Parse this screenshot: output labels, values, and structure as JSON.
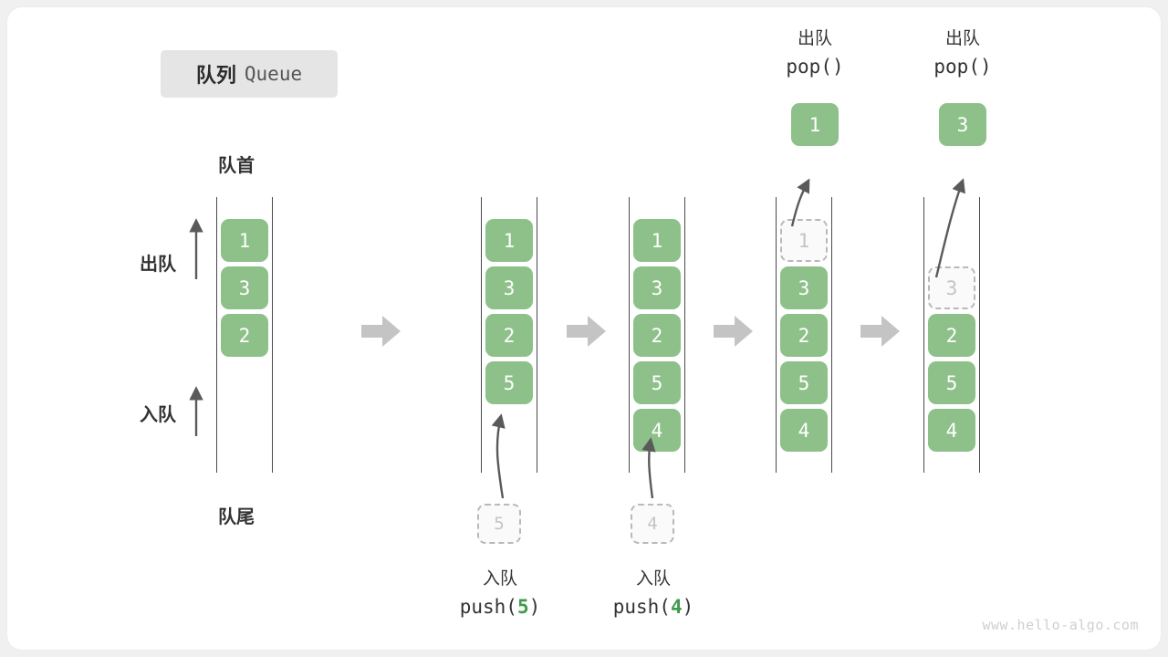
{
  "title": {
    "cn": "队列",
    "en": "Queue"
  },
  "colors": {
    "cell_fill": "#8ec08a",
    "cell_text": "#ffffff",
    "ghost_border": "#b9b9b9",
    "ghost_text": "#c4c4c4",
    "rail": "#4a4a4a",
    "arrow_gray": "#c4c4c4",
    "arrow_dark": "#5a5a5a",
    "accent_green": "#3f9a4d",
    "badge_bg": "#e5e5e5",
    "canvas_bg": "#ffffff"
  },
  "labels": {
    "head": "队首",
    "tail": "队尾",
    "dequeue": "出队",
    "enqueue": "入队"
  },
  "stages": [
    {
      "name": "initial",
      "cells": [
        {
          "value": "1",
          "state": "solid"
        },
        {
          "value": "3",
          "state": "solid"
        },
        {
          "value": "2",
          "state": "solid"
        }
      ]
    },
    {
      "name": "after-push-5",
      "cells": [
        {
          "value": "1",
          "state": "solid"
        },
        {
          "value": "3",
          "state": "solid"
        },
        {
          "value": "2",
          "state": "solid"
        },
        {
          "value": "5",
          "state": "solid"
        }
      ],
      "incoming": {
        "value": "5",
        "state": "ghost"
      },
      "caption": {
        "cn": "入队",
        "fn": "push(",
        "arg": "5",
        "close": ")"
      }
    },
    {
      "name": "after-push-4",
      "cells": [
        {
          "value": "1",
          "state": "solid"
        },
        {
          "value": "3",
          "state": "solid"
        },
        {
          "value": "2",
          "state": "solid"
        },
        {
          "value": "5",
          "state": "solid"
        },
        {
          "value": "4",
          "state": "solid"
        }
      ],
      "incoming": {
        "value": "4",
        "state": "ghost"
      },
      "caption": {
        "cn": "入队",
        "fn": "push(",
        "arg": "4",
        "close": ")"
      }
    },
    {
      "name": "after-pop-1",
      "cells": [
        {
          "value": "1",
          "state": "ghost"
        },
        {
          "value": "3",
          "state": "solid"
        },
        {
          "value": "2",
          "state": "solid"
        },
        {
          "value": "5",
          "state": "solid"
        },
        {
          "value": "4",
          "state": "solid"
        }
      ],
      "popped": {
        "value": "1"
      },
      "caption": {
        "cn": "出队",
        "fn": "pop()"
      }
    },
    {
      "name": "after-pop-3",
      "cells": [
        {
          "value": "3",
          "state": "ghost"
        },
        {
          "value": "2",
          "state": "solid"
        },
        {
          "value": "5",
          "state": "solid"
        },
        {
          "value": "4",
          "state": "solid"
        }
      ],
      "popped": {
        "value": "3"
      },
      "caption": {
        "cn": "出队",
        "fn": "pop()"
      }
    }
  ],
  "watermark": "www.hello-algo.com"
}
